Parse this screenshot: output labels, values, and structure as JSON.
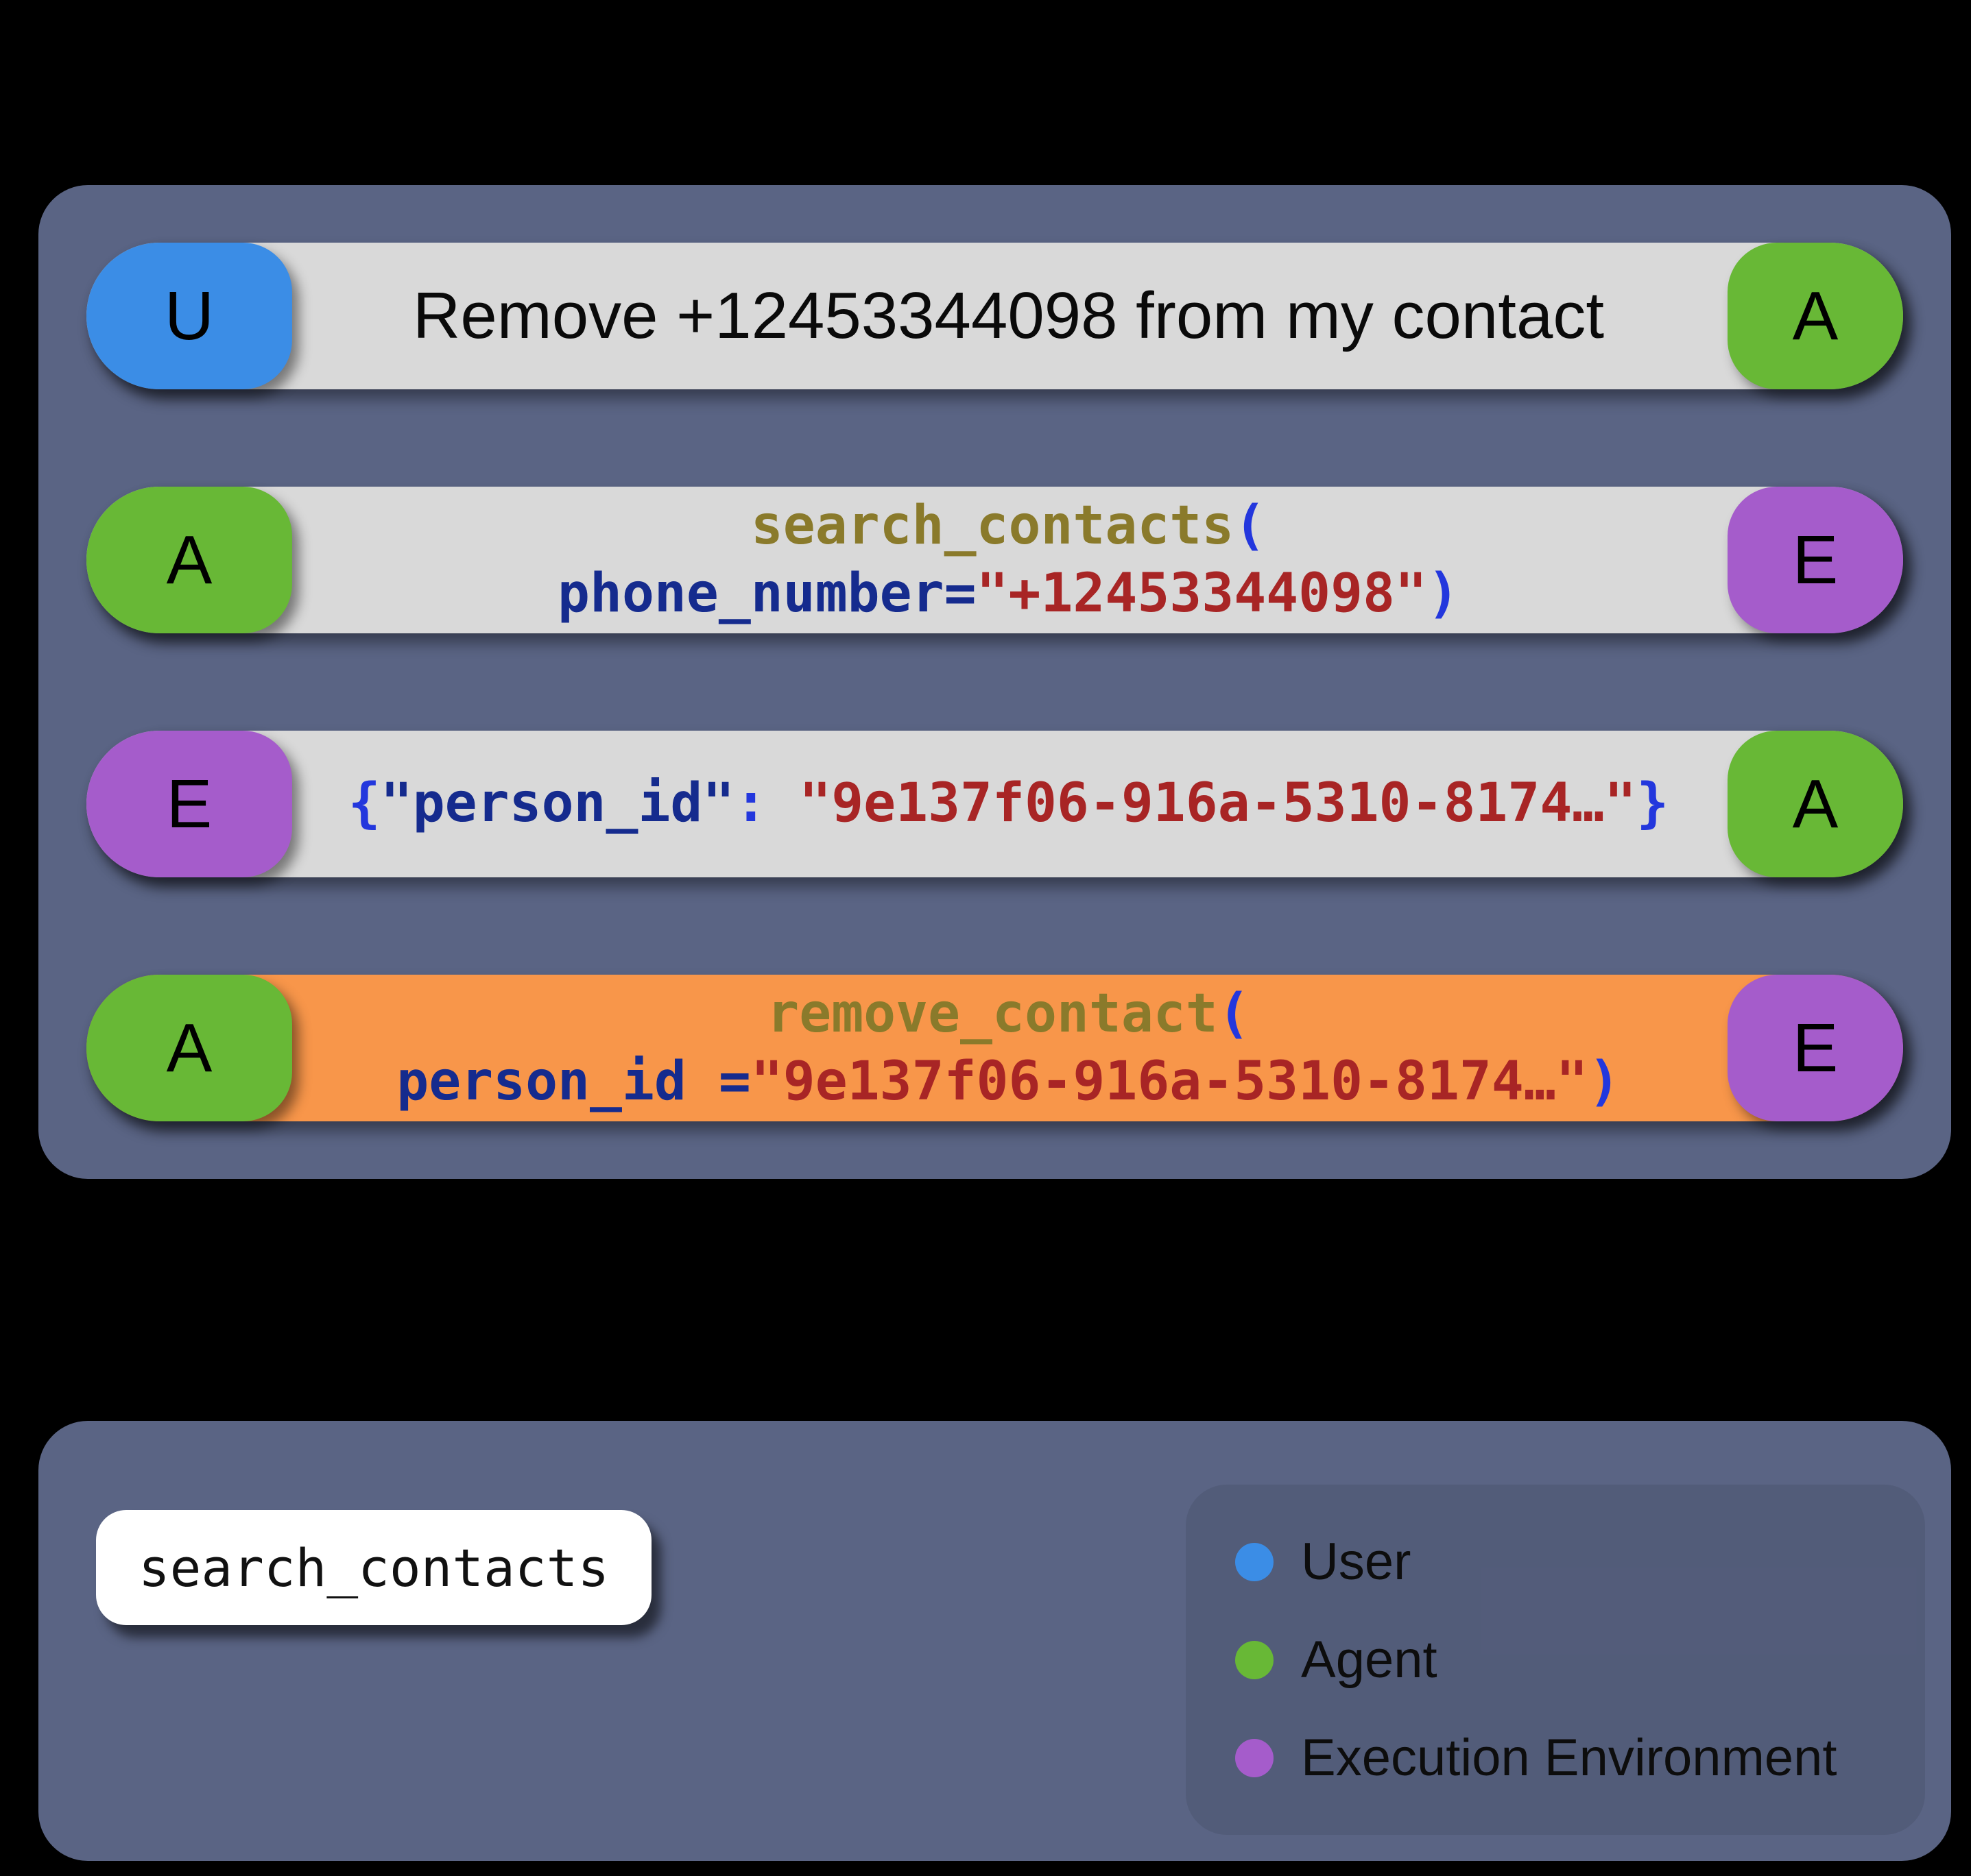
{
  "colors": {
    "background": "#000000",
    "panel": "#5a6484",
    "bubble_gray": "#d9d9d9",
    "bubble_orange": "#f8964a",
    "badge_user": "#3b8de6",
    "badge_agent": "#68b836",
    "badge_env": "#a55ccb",
    "code_fn": "#8a7a2b",
    "code_punct": "#2337dd",
    "code_param": "#152b8e",
    "code_str": "#a82525",
    "legend_text": "#0d0d0d"
  },
  "conversation": {
    "rows": [
      {
        "left_badge": "U",
        "right_badge": "A",
        "bubble": "gray",
        "type": "message",
        "text": "Remove +12453344098 from my contact"
      },
      {
        "left_badge": "A",
        "right_badge": "E",
        "bubble": "gray",
        "type": "tool_call",
        "lines": [
          [
            {
              "t": "search_contacts",
              "c": "fn"
            },
            {
              "t": "(",
              "c": "punct"
            }
          ],
          [
            {
              "t": "phone_number",
              "c": "param"
            },
            {
              "t": "=",
              "c": "param"
            },
            {
              "t": "\"+12453344098\"",
              "c": "str"
            },
            {
              "t": ")",
              "c": "punct"
            }
          ]
        ]
      },
      {
        "left_badge": "E",
        "right_badge": "A",
        "bubble": "gray",
        "type": "tool_result",
        "lines": [
          [
            {
              "t": "{",
              "c": "punct"
            },
            {
              "t": "\"person_id\"",
              "c": "param"
            },
            {
              "t": ": ",
              "c": "punct"
            },
            {
              "t": "\"9e137f06-916a-5310-8174…\"",
              "c": "str"
            },
            {
              "t": "}",
              "c": "punct"
            }
          ]
        ]
      },
      {
        "left_badge": "A",
        "right_badge": "E",
        "bubble": "orange",
        "type": "tool_call",
        "lines": [
          [
            {
              "t": "remove_contact",
              "c": "fn"
            },
            {
              "t": "(",
              "c": "punct"
            }
          ],
          [
            {
              "t": "person_id ",
              "c": "param"
            },
            {
              "t": "=",
              "c": "param"
            },
            {
              "t": "\"9e137f06-916a-5310-8174…\"",
              "c": "str"
            },
            {
              "t": ")",
              "c": "punct"
            }
          ]
        ]
      }
    ]
  },
  "footer": {
    "tool_pill_label": "search_contacts",
    "legend": [
      {
        "label": "User",
        "role": "user"
      },
      {
        "label": "Agent",
        "role": "agent"
      },
      {
        "label": "Execution Environment",
        "role": "env"
      }
    ]
  }
}
